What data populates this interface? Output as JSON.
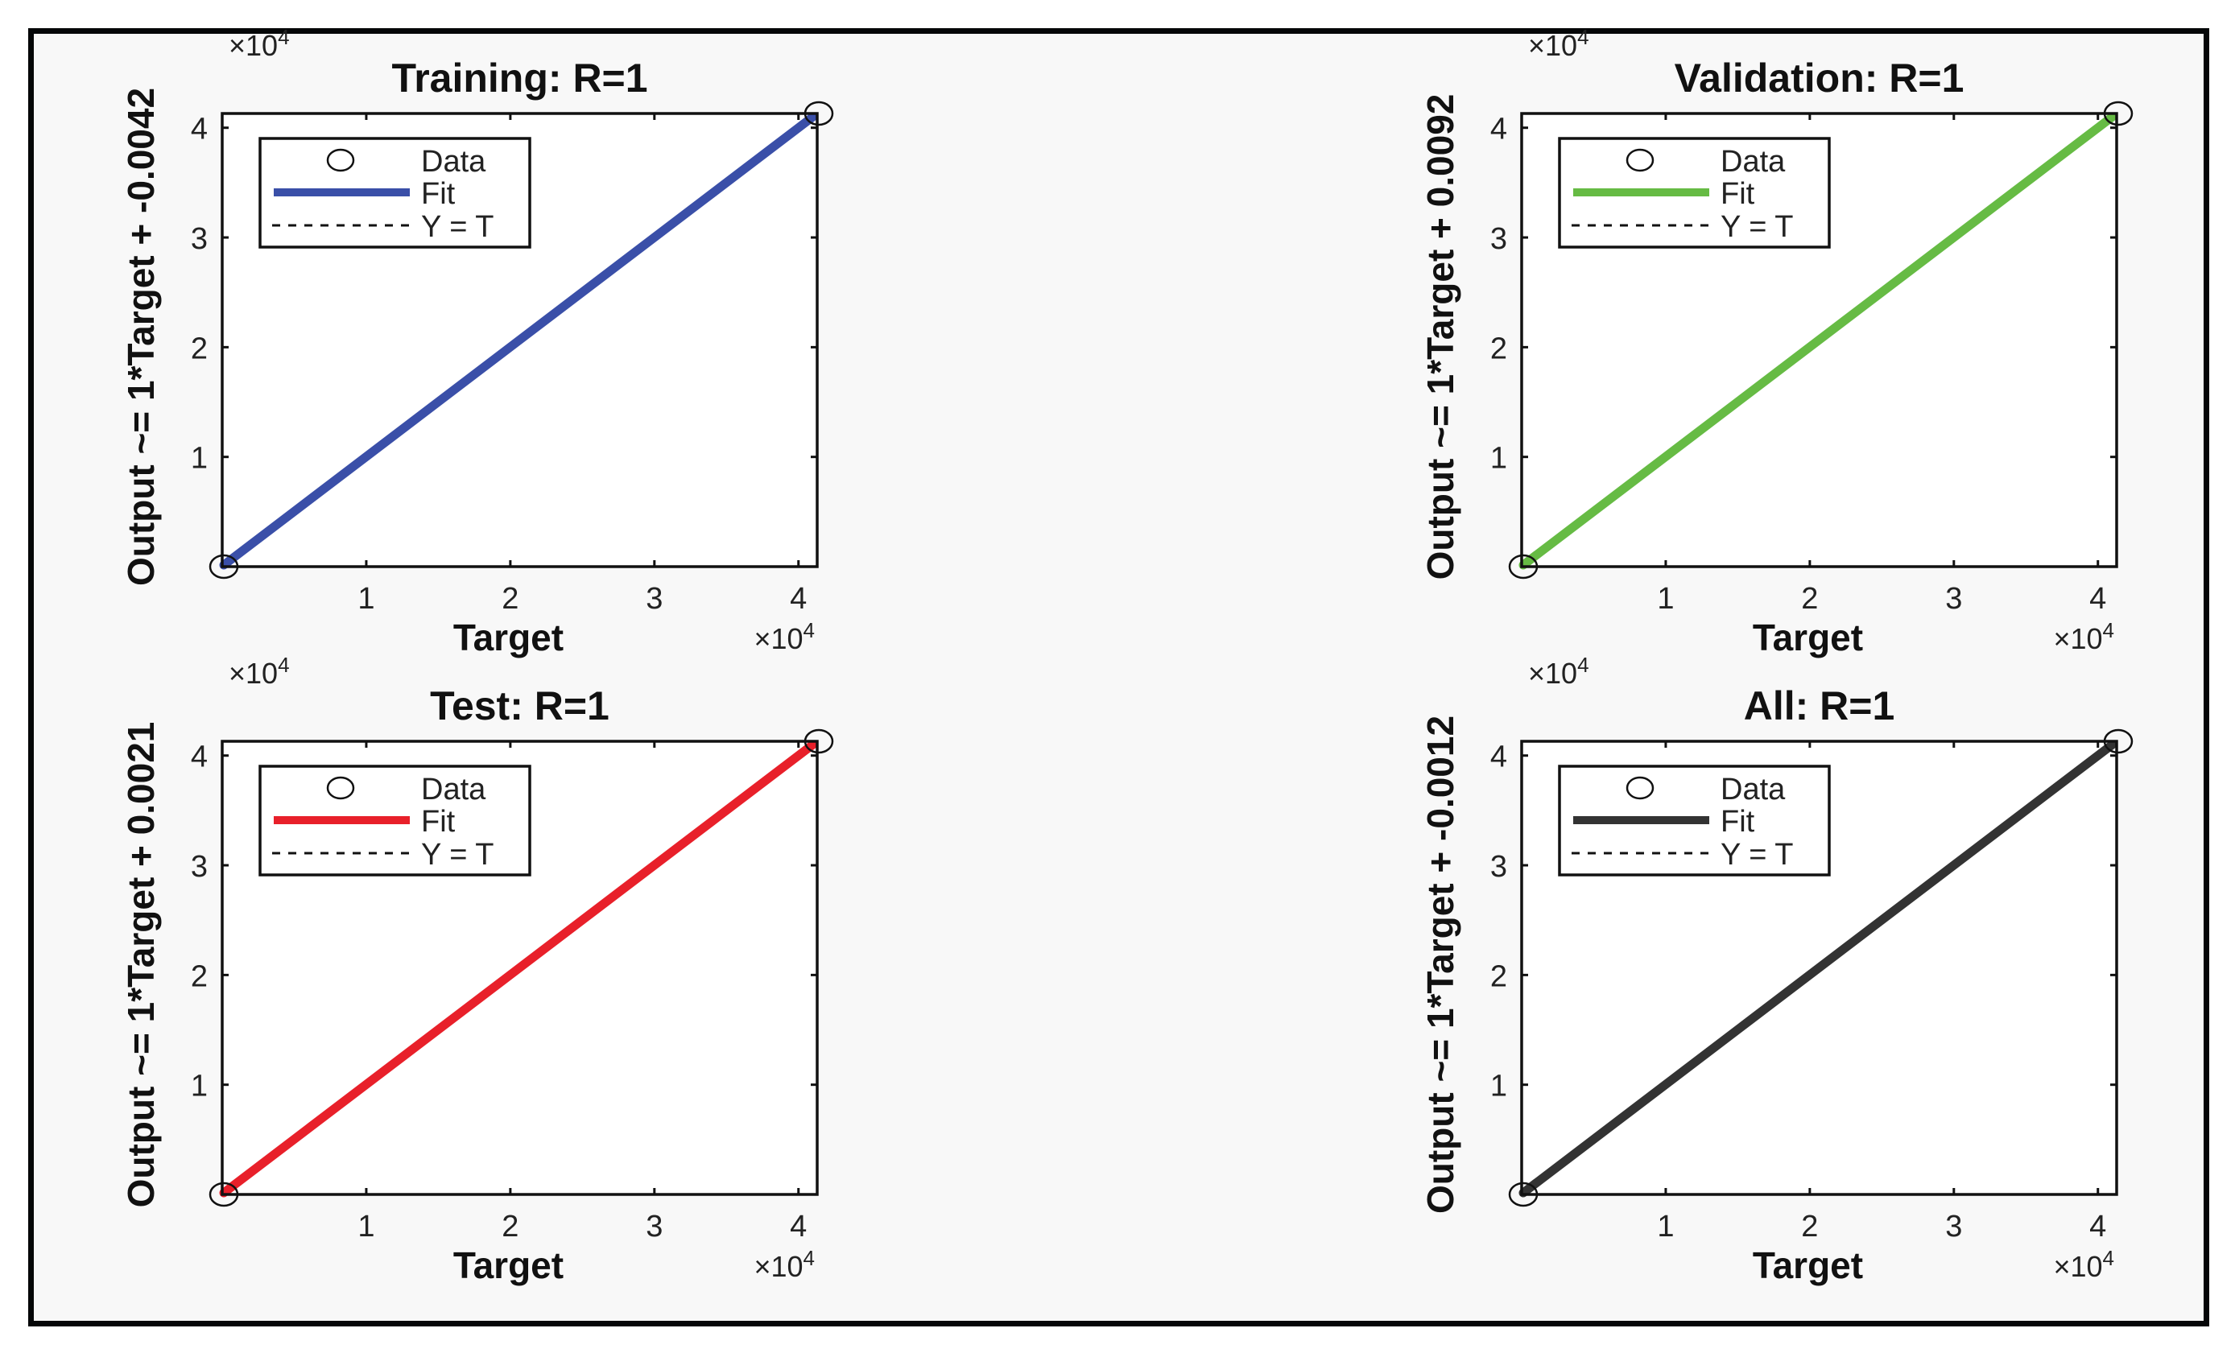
{
  "figure": {
    "background": "#f8f8f8",
    "frame_color": "#050708"
  },
  "legend_labels": {
    "data": "Data",
    "fit": "Fit",
    "identity": "Y = T"
  },
  "axis": {
    "xlabel": "Target",
    "exponent_base": "×10",
    "exponent_power": "4",
    "x_ticks": [
      "1",
      "2",
      "3",
      "4"
    ],
    "y_ticks": [
      "1",
      "2",
      "3",
      "4"
    ]
  },
  "panels": [
    {
      "id": "training",
      "title": "Training: R=1",
      "ylabel": "Output ~= 1*Target + -0.0042",
      "fit_color": "#3a4fa8"
    },
    {
      "id": "validation",
      "title": "Validation: R=1",
      "ylabel": "Output ~= 1*Target + 0.0092",
      "fit_color": "#66bb44"
    },
    {
      "id": "test",
      "title": "Test: R=1",
      "ylabel": "Output ~= 1*Target + 0.0021",
      "fit_color": "#e8202a"
    },
    {
      "id": "all",
      "title": "All: R=1",
      "ylabel": "Output ~= 1*Target + -0.0012",
      "fit_color": "#333333"
    }
  ],
  "chart_data": [
    {
      "type": "scatter",
      "title": "Training: R=1",
      "xlabel": "Target (×10^4)",
      "ylabel": "Output ~= 1*Target + -0.0042",
      "xlim": [
        0,
        41300
      ],
      "ylim": [
        0,
        41300
      ],
      "x_ticks": [
        10000,
        20000,
        30000,
        40000
      ],
      "y_ticks": [
        10000,
        20000,
        30000,
        40000
      ],
      "series": [
        {
          "name": "Data",
          "marker": "circle",
          "x": [
            0,
            41300
          ],
          "y": [
            0,
            41300
          ]
        },
        {
          "name": "Fit",
          "style": "solid",
          "color": "#3a4fa8",
          "slope": 1,
          "intercept": -0.0042,
          "x": [
            0,
            41300
          ],
          "y": [
            0,
            41300
          ]
        },
        {
          "name": "Y = T",
          "style": "dotted",
          "x": [
            0,
            41300
          ],
          "y": [
            0,
            41300
          ]
        }
      ],
      "R": 1,
      "legend_position": "upper left",
      "grid": false
    },
    {
      "type": "scatter",
      "title": "Validation: R=1",
      "xlabel": "Target (×10^4)",
      "ylabel": "Output ~= 1*Target + 0.0092",
      "xlim": [
        0,
        41300
      ],
      "ylim": [
        0,
        41300
      ],
      "x_ticks": [
        10000,
        20000,
        30000,
        40000
      ],
      "y_ticks": [
        10000,
        20000,
        30000,
        40000
      ],
      "series": [
        {
          "name": "Data",
          "marker": "circle",
          "x": [
            0,
            41300
          ],
          "y": [
            0,
            41300
          ]
        },
        {
          "name": "Fit",
          "style": "solid",
          "color": "#66bb44",
          "slope": 1,
          "intercept": 0.0092,
          "x": [
            0,
            41300
          ],
          "y": [
            0,
            41300
          ]
        },
        {
          "name": "Y = T",
          "style": "dotted",
          "x": [
            0,
            41300
          ],
          "y": [
            0,
            41300
          ]
        }
      ],
      "R": 1,
      "legend_position": "upper left",
      "grid": false
    },
    {
      "type": "scatter",
      "title": "Test: R=1",
      "xlabel": "Target (×10^4)",
      "ylabel": "Output ~= 1*Target + 0.0021",
      "xlim": [
        0,
        41300
      ],
      "ylim": [
        0,
        41300
      ],
      "x_ticks": [
        10000,
        20000,
        30000,
        40000
      ],
      "y_ticks": [
        10000,
        20000,
        30000,
        40000
      ],
      "series": [
        {
          "name": "Data",
          "marker": "circle",
          "x": [
            0,
            41300
          ],
          "y": [
            0,
            41300
          ]
        },
        {
          "name": "Fit",
          "style": "solid",
          "color": "#e8202a",
          "slope": 1,
          "intercept": 0.0021,
          "x": [
            0,
            41300
          ],
          "y": [
            0,
            41300
          ]
        },
        {
          "name": "Y = T",
          "style": "dotted",
          "x": [
            0,
            41300
          ],
          "y": [
            0,
            41300
          ]
        }
      ],
      "R": 1,
      "legend_position": "upper left",
      "grid": false
    },
    {
      "type": "scatter",
      "title": "All: R=1",
      "xlabel": "Target (×10^4)",
      "ylabel": "Output ~= 1*Target + -0.0012",
      "xlim": [
        0,
        41300
      ],
      "ylim": [
        0,
        41300
      ],
      "x_ticks": [
        10000,
        20000,
        30000,
        40000
      ],
      "y_ticks": [
        10000,
        20000,
        30000,
        40000
      ],
      "series": [
        {
          "name": "Data",
          "marker": "circle",
          "x": [
            0,
            41300
          ],
          "y": [
            0,
            41300
          ]
        },
        {
          "name": "Fit",
          "style": "solid",
          "color": "#333333",
          "slope": 1,
          "intercept": -0.0012,
          "x": [
            0,
            41300
          ],
          "y": [
            0,
            41300
          ]
        },
        {
          "name": "Y = T",
          "style": "dotted",
          "x": [
            0,
            41300
          ],
          "y": [
            0,
            41300
          ]
        }
      ],
      "R": 1,
      "legend_position": "upper left",
      "grid": false
    }
  ]
}
